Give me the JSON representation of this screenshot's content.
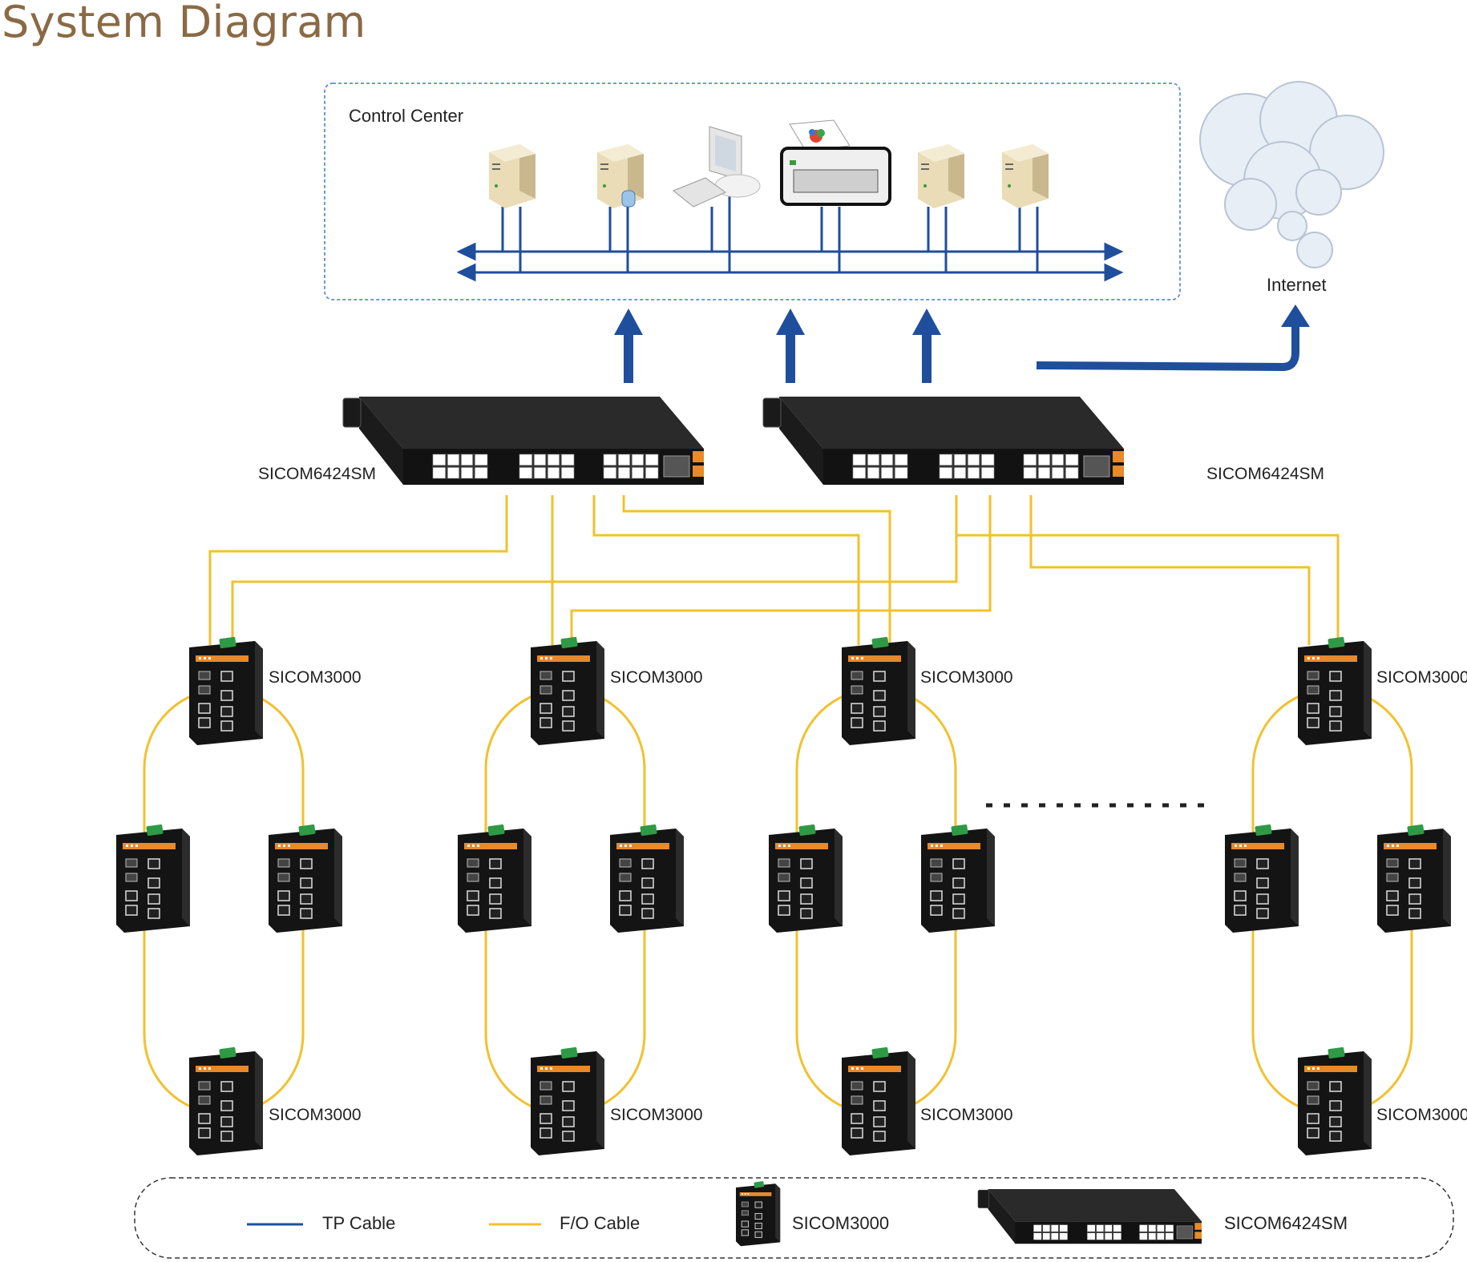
{
  "title": "System Diagram",
  "control_center": {
    "label": "Control Center"
  },
  "internet": {
    "label": "Internet"
  },
  "core_switches": [
    {
      "label": "SICOM6424SM"
    },
    {
      "label": "SICOM6424SM"
    }
  ],
  "ring_switch_label": "SICOM3000",
  "legend": {
    "tp_label": "TP Cable",
    "fo_label": "F/O Cable",
    "sicom3000_label": "SICOM3000",
    "sicom6424_label": "SICOM6424SM"
  },
  "colors": {
    "tp_cable": "#1f4e9c",
    "fo_cable": "#f2c12e",
    "title": "#8a6a45",
    "frame_dash": "#5a8fd0",
    "device_body": "#1c1c1c"
  },
  "icons": [
    "server-icon",
    "workstation-icon",
    "printer-icon",
    "cloud-icon",
    "switch-icon",
    "arrow-up-icon"
  ]
}
